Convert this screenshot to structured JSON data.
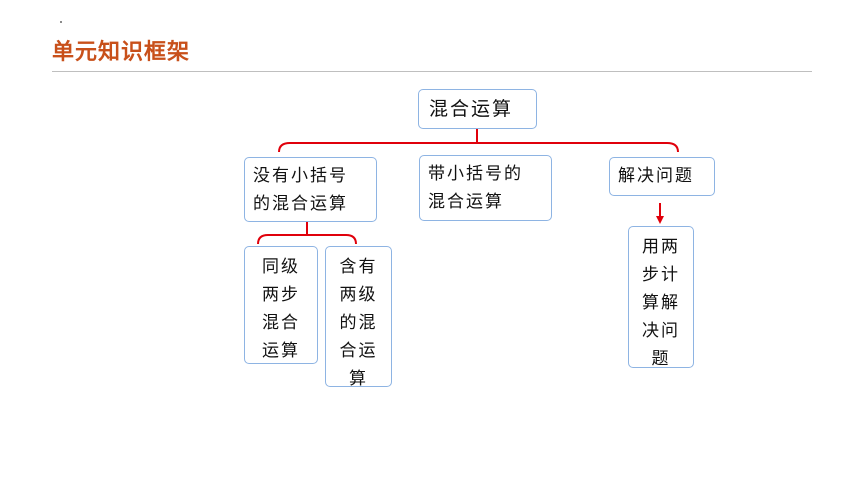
{
  "page": {
    "title": "单元知识框架"
  },
  "diagram": {
    "root": "混合运算",
    "branches": [
      {
        "label_line1": "没有小括号",
        "label_line2": "的混合运算"
      },
      {
        "label_line1": "带小括号的",
        "label_line2": "混合运算"
      },
      {
        "label": "解决问题"
      }
    ],
    "sub_no_paren": [
      {
        "lines": [
          "同级",
          "两步",
          "混合",
          "运算"
        ]
      },
      {
        "lines": [
          "含有",
          "两级",
          "的混",
          "合运",
          "算"
        ]
      }
    ],
    "sub_problem": {
      "lines": [
        "用两",
        "步计",
        "算解",
        "决问",
        "题"
      ]
    }
  },
  "colors": {
    "title": "#C8501A",
    "connector": "#E0000B",
    "box_border": "#8EB4E3"
  }
}
